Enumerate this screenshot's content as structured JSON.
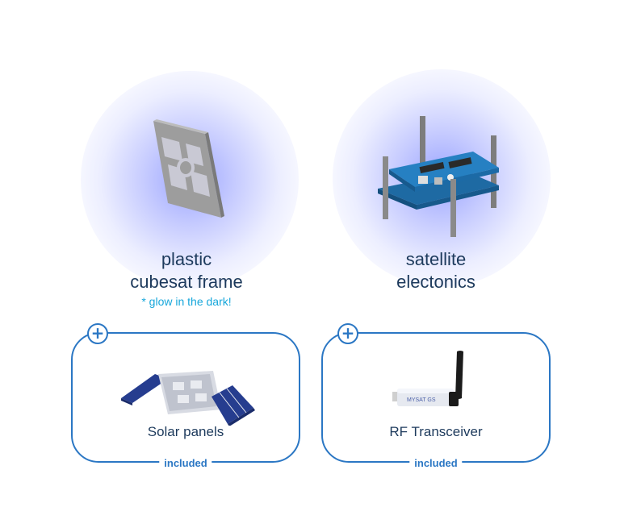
{
  "products": [
    {
      "title_line1": "plastic",
      "title_line2": "cubesat frame",
      "note": "* glow in the dark!"
    },
    {
      "title_line1": "satellite",
      "title_line2": "electonics"
    }
  ],
  "addons": [
    {
      "label": "Solar panels",
      "badge": "included",
      "icon": "plus-icon"
    },
    {
      "label": "RF Transceiver",
      "badge": "included",
      "icon": "plus-icon",
      "device_text": "MYSAT GS"
    }
  ],
  "colors": {
    "accent": "#2b77c4",
    "note": "#17a7db",
    "text": "#1d3a5c",
    "glow": "#a0a8ff"
  }
}
